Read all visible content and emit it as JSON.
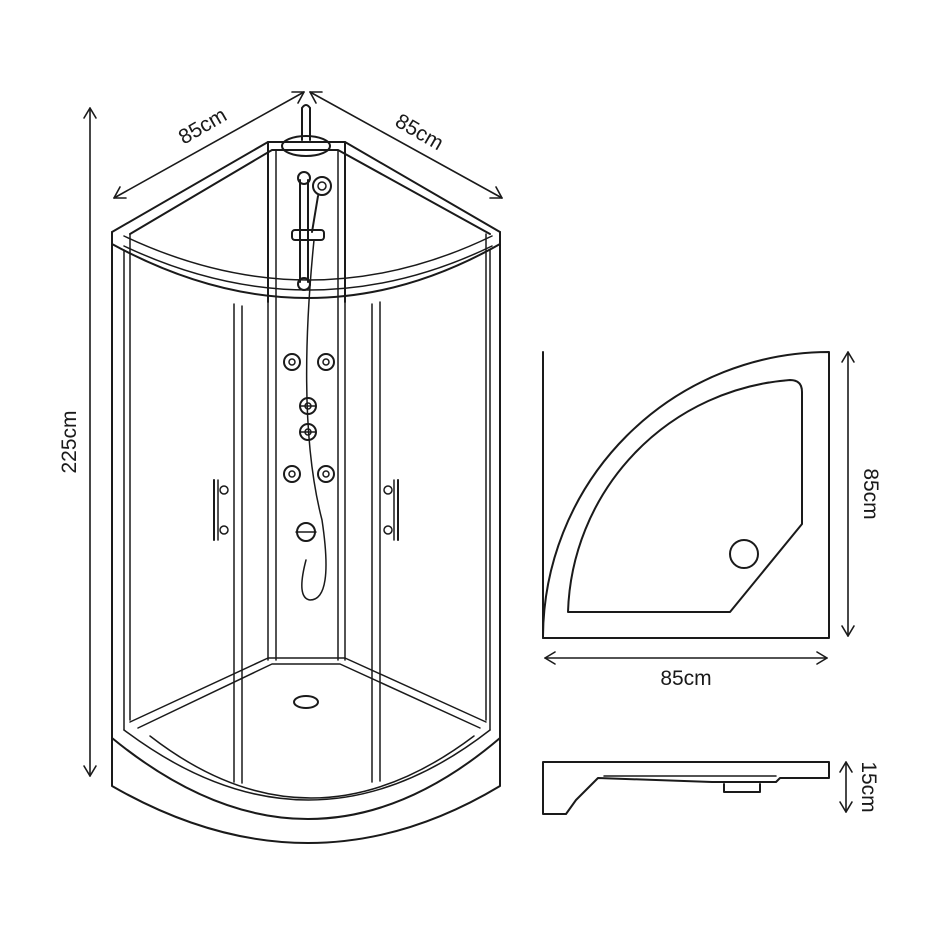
{
  "dimensions": {
    "cabin_width_left": "85cm",
    "cabin_width_right": "85cm",
    "cabin_height": "225cm",
    "tray_depth": "85cm",
    "tray_width": "85cm",
    "tray_height": "15cm"
  }
}
